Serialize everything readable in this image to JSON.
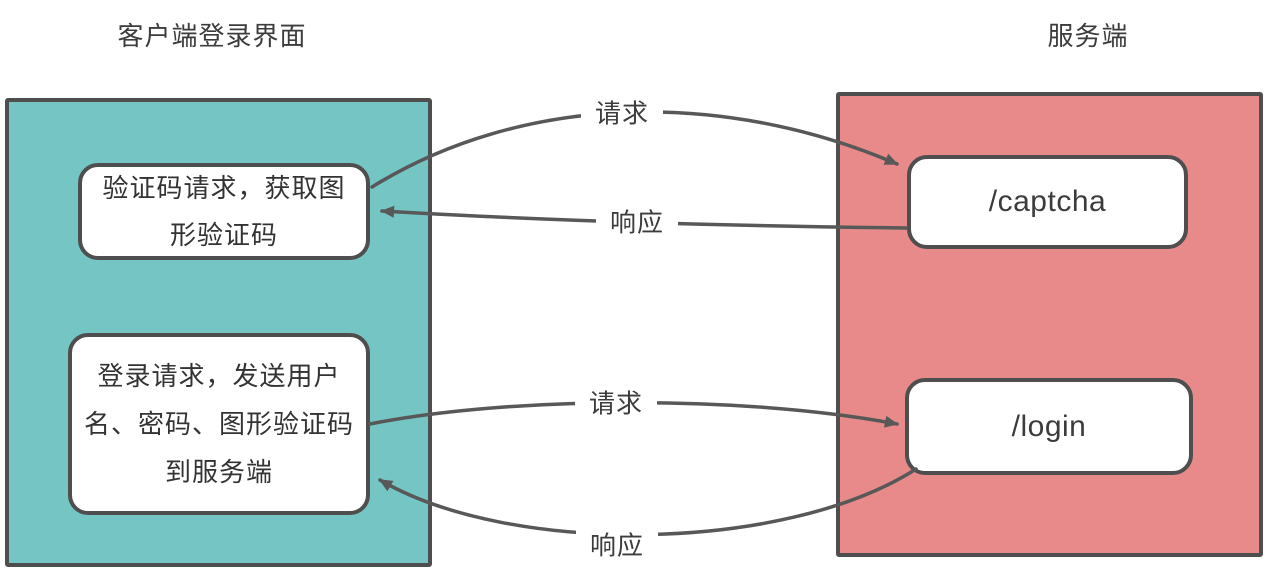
{
  "diagram": {
    "client": {
      "title": "客户端登录界面",
      "boxes": [
        {
          "lines": [
            "验证码请求，获取图",
            "形验证码"
          ]
        },
        {
          "lines": [
            "登录请求，发送用户",
            "名、密码、图形验证码",
            "到服务端"
          ]
        }
      ]
    },
    "server": {
      "title": "服务端",
      "endpoints": [
        {
          "label": "/captcha"
        },
        {
          "label": "/login"
        }
      ]
    },
    "arrows": [
      {
        "label": "请求",
        "direction": "client-to-captcha"
      },
      {
        "label": "响应",
        "direction": "captcha-to-client"
      },
      {
        "label": "请求",
        "direction": "client-to-login"
      },
      {
        "label": "响应",
        "direction": "login-to-client"
      }
    ],
    "colors": {
      "client_fill": "#74c5c4",
      "server_fill": "#e98a8a",
      "box_border": "#4e4e4e",
      "arrow_stroke": "#585858",
      "text": "#3c3c3c"
    }
  }
}
